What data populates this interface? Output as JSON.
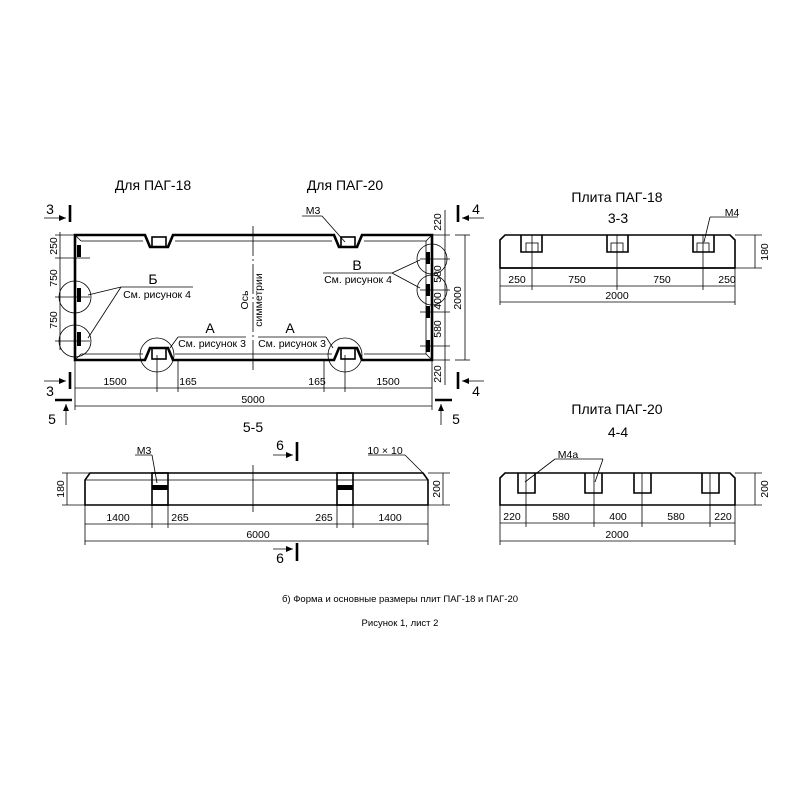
{
  "plan": {
    "title_left": "Для ПАГ-18",
    "title_right": "Для ПАГ-20",
    "marker_m3": "М3",
    "callout_b": "Б",
    "callout_b_ref": "См. рисунок 4",
    "callout_v": "В",
    "callout_v_ref": "См. рисунок 4",
    "callout_a1": "А",
    "callout_a1_ref": "См. рисунок 3",
    "callout_a2": "А",
    "callout_a2_ref": "См. рисунок 3",
    "axis_label_1": "Ось",
    "axis_label_2": "симметрии",
    "section_3": "3",
    "section_4": "4",
    "section_5": "5",
    "dims_left": [
      "250",
      "750",
      "750"
    ],
    "dims_right": [
      "220",
      "580",
      "400",
      "580",
      "220"
    ],
    "dim_height": "2000",
    "dims_bottom": [
      "1500",
      "165",
      "165",
      "1500"
    ],
    "dim_total": "5000"
  },
  "section_3_3": {
    "title": "Плита ПАГ-18",
    "label": "3-3",
    "marker": "М4",
    "dim_height": "180",
    "dims": [
      "250",
      "750",
      "750",
      "250"
    ],
    "dim_total": "2000"
  },
  "section_4_4": {
    "title": "Плита ПАГ-20",
    "label": "4-4",
    "marker": "М4а",
    "dim_height": "200",
    "dims": [
      "220",
      "580",
      "400",
      "580",
      "220"
    ],
    "dim_total": "2000"
  },
  "section_5_5": {
    "label": "5-5",
    "marker": "М3",
    "chamfer": "10 × 10",
    "section_6": "6",
    "dim_left_height": "180",
    "dim_right_height": "200",
    "dims": [
      "1400",
      "265",
      "265",
      "1400"
    ],
    "dim_total": "6000"
  },
  "caption": {
    "subtitle": "б)  Форма и основные размеры плит ПАГ-18 и ПАГ-20",
    "figure": "Рисунок 1, лист 2"
  }
}
